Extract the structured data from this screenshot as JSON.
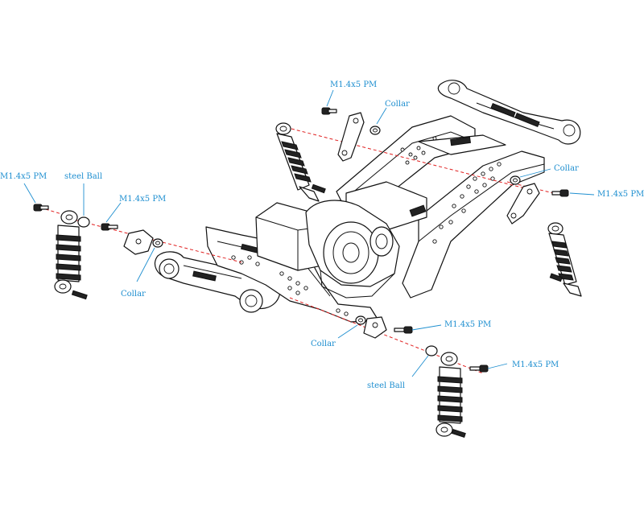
{
  "colors": {
    "label": "#1f8fd0",
    "axis": "#e02020",
    "line": "#111111"
  },
  "labels": {
    "rear_left_screw": "M1.4x5 PM",
    "rear_left_collar": "Collar",
    "rear_right_collar": "Collar",
    "rear_right_screw": "M1.4x5 PM",
    "front_left_screw": "M1.4x5 PM",
    "front_left_ball": "steel Ball",
    "front_left_screw_2": "M1.4x5 PM",
    "front_left_collar": "Collar",
    "front_right_collar": "Collar",
    "front_right_screw": "M1.4x5 PM",
    "front_right_ball": "steel Ball",
    "front_right_screw_2": "M1.4x5 PM"
  }
}
